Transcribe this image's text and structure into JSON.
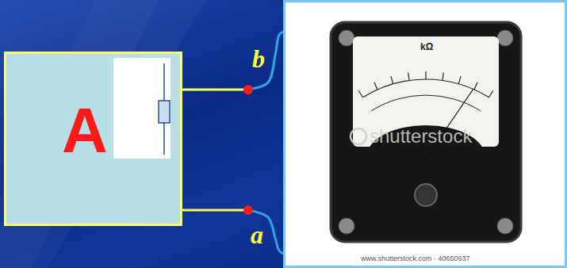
{
  "diagram": {
    "nodes": [
      {
        "text": [
          "A"
        ]
      },
      {
        "text": [
          "kΩ"
        ]
      }
    ],
    "edges": [
      {
        "from": 0,
        "to": 1,
        "arrow": "none"
      },
      {
        "from": 0,
        "to": 1,
        "arrow": "none"
      }
    ],
    "labels": [
      "b",
      "a",
      "shutterstock",
      "www.shutterstock.com · 40650937"
    ]
  }
}
